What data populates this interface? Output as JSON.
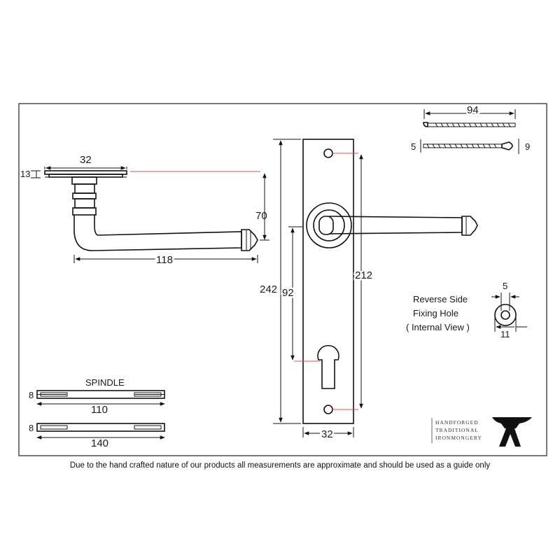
{
  "dimensions": {
    "rose_width": "32",
    "rose_height": "13",
    "lever_projection": "70",
    "lever_length": "118",
    "spindle_top_width": "8",
    "spindle_top_length": "110",
    "spindle_bottom_width": "8",
    "spindle_bottom_length": "140",
    "backplate_height": "242",
    "keyhole_to_lever": "92",
    "fixing_centres": "212",
    "backplate_width": "32",
    "screw_length": "94",
    "screw_shank": "5",
    "screw_head": "9",
    "hole_inner": "5",
    "hole_outer": "11"
  },
  "labels": {
    "spindle": "SPINDLE",
    "reverse_side_line1": "Reverse Side",
    "reverse_side_line2": "Fixing Hole",
    "reverse_side_line3": "( Internal View )"
  },
  "brand": {
    "line1": "HANDFORGED",
    "line2": "TRADITIONAL",
    "line3": "IRONMONGERY"
  },
  "footer_note": "Due to the hand crafted nature of our products all measurements are approximate and should be used as a guide only"
}
